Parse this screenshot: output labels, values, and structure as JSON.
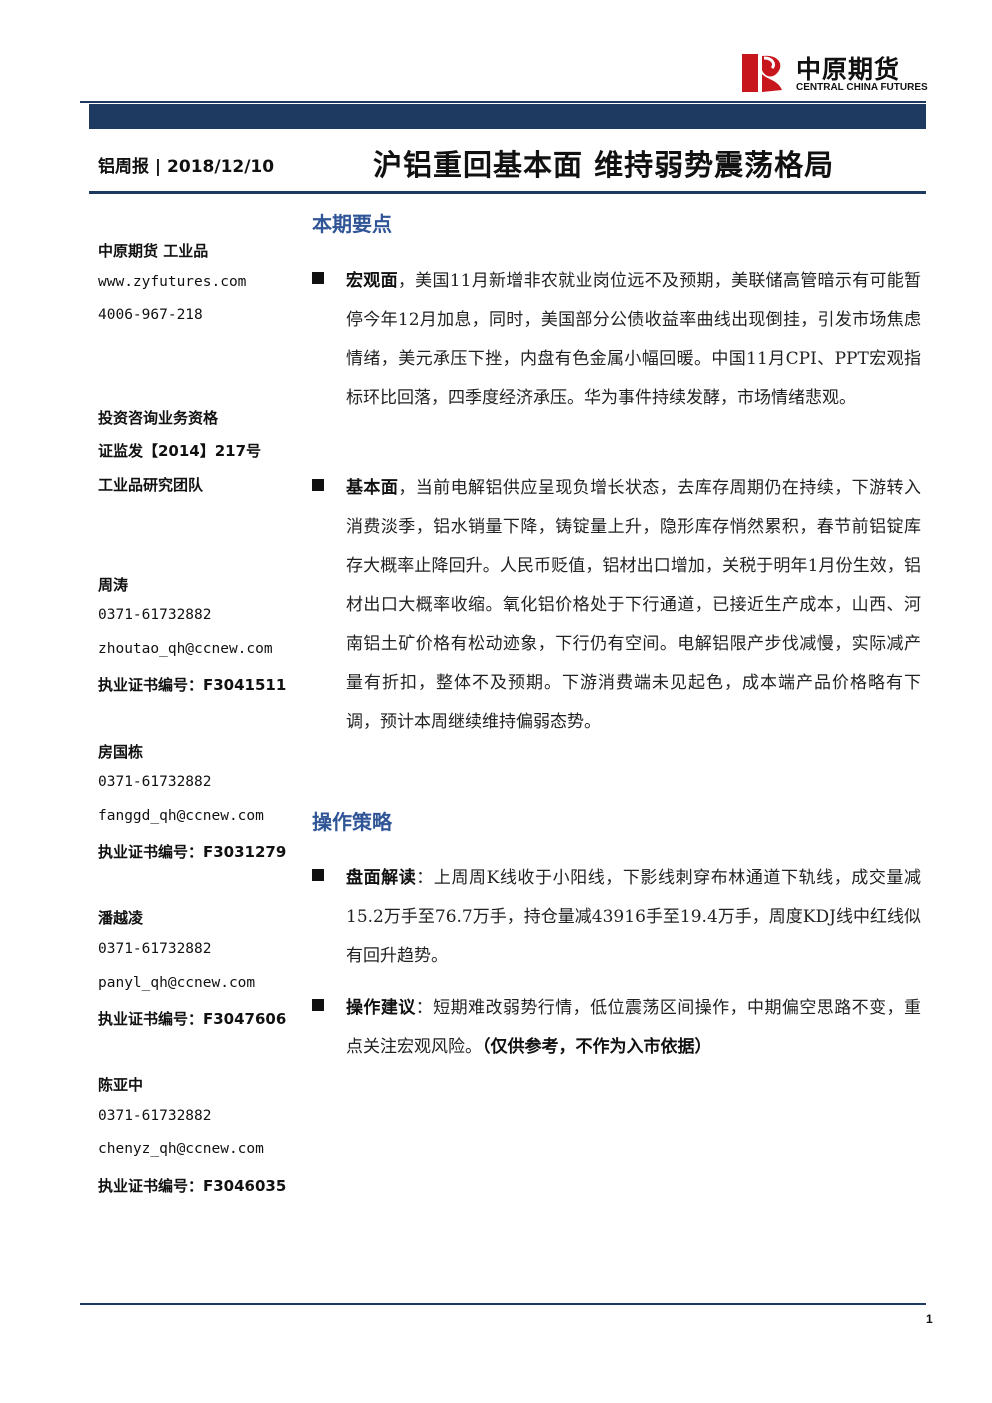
{
  "header": {
    "logo_cn": "中原期货",
    "logo_en": "CENTRAL CHINA FUTURES",
    "report_tag": "铝周报 | 2018/12/10",
    "title": "沪铝重回基本面 维持弱势震荡格局"
  },
  "sidebar": {
    "company": "中原期货 工业品",
    "website": "www.zyfutures.com",
    "phone": "4006-967-218",
    "qualification_label": "投资咨询业务资格",
    "qualification_no": "证监发【2014】217号",
    "team": "工业品研究团队",
    "analysts": [
      {
        "name": "周涛",
        "phone": "0371-61732882",
        "email": "zhoutao_qh@ccnew.com",
        "license": "执业证书编号：F3041511"
      },
      {
        "name": "房国栋",
        "phone": "0371-61732882",
        "email": "fanggd_qh@ccnew.com",
        "license": "执业证书编号：F3031279"
      },
      {
        "name": "潘越凌",
        "phone": "0371-61732882",
        "email": "panyl_qh@ccnew.com",
        "license": "执业证书编号：F3047606"
      },
      {
        "name": "陈亚中",
        "phone": "0371-61732882",
        "email": "chenyz_qh@ccnew.com",
        "license": "执业证书编号：F3046035"
      }
    ]
  },
  "highlights": {
    "heading": "本期要点",
    "macro_label": "宏观面",
    "macro_text": "，美国11月新增非农就业岗位远不及预期，美联储高管暗示有可能暂停今年12月加息，同时，美国部分公债收益率曲线出现倒挂，引发市场焦虑情绪，美元承压下挫，内盘有色金属小幅回暖。中国11月CPI、PPT宏观指标环比回落，四季度经济承压。华为事件持续发酵，市场情绪悲观。",
    "fundamental_label": "基本面",
    "fundamental_text": "，当前电解铝供应呈现负增长状态，去库存周期仍在持续，下游转入消费淡季，铝水销量下降，铸锭量上升，隐形库存悄然累积，春节前铝锭库存大概率止降回升。人民币贬值，铝材出口增加，关税于明年1月份生效，铝材出口大概率收缩。氧化铝价格处于下行通道，已接近生产成本，山西、河南铝土矿价格有松动迹象，下行仍有空间。电解铝限产步伐减慢，实际减产量有折扣，整体不及预期。下游消费端未见起色，成本端产品价格略有下调，预计本周继续维持偏弱态势。"
  },
  "strategy": {
    "heading": "操作策略",
    "chart_label": "盘面解读",
    "chart_text": "：上周周K线收于小阳线，下影线刺穿布林通道下轨线，成交量减15.2万手至76.7万手，持仓量减43916手至19.4万手，周度KDJ线中红线似有回升趋势。",
    "advice_label": "操作建议",
    "advice_text": "：短期难改弱势行情，低位震荡区间操作，中期偏空思路不变，重点关注宏观风险。",
    "disclaimer": "（仅供参考，不作为入市依据）"
  },
  "footer": {
    "page_number": "1"
  }
}
